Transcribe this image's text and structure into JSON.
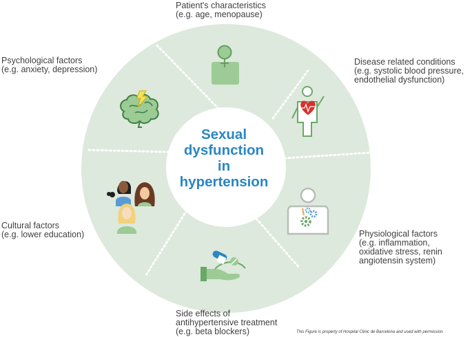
{
  "center": {
    "lines": [
      "Sexual",
      "dysfunction",
      "in",
      "hypertension"
    ]
  },
  "factors": {
    "patient": {
      "title": "Patient's characteristics",
      "example": "(e.g. age, menopause)",
      "icon": "person-icon"
    },
    "disease": {
      "title": "Disease related conditions",
      "example": [
        "(e.g. systolic blood pressure,",
        "endothelial dysfunction)"
      ],
      "icon": "heart-person-icon"
    },
    "psychological": {
      "title": "Psychological factors",
      "example": "(e.g. anxiety, depression)",
      "icon": "brain-lightning-icon"
    },
    "cultural": {
      "title": "Cultural factors",
      "example": "(e.g. lower education)",
      "icon": "women-group-icon"
    },
    "physiological": {
      "title": "Physiological factors",
      "example": [
        "(e.g. inflammation,",
        "oxidative stress, renin",
        "angiotensin system)"
      ],
      "icon": "gears-body-icon"
    },
    "side_effects": {
      "title": [
        "Side effects of",
        "antihypertensive treatment"
      ],
      "example": "(e.g. beta blockers)",
      "icon": "pills-hand-icon"
    }
  },
  "copyright": "This Figure is property of Hospital Clinic de Barcelona and used with permission.",
  "colors": {
    "ring": "#dde9dc",
    "center_text": "#2a86c4",
    "icon_green": "#9ccb95",
    "icon_green_dark": "#6aa866",
    "heart": "#d9302c"
  }
}
